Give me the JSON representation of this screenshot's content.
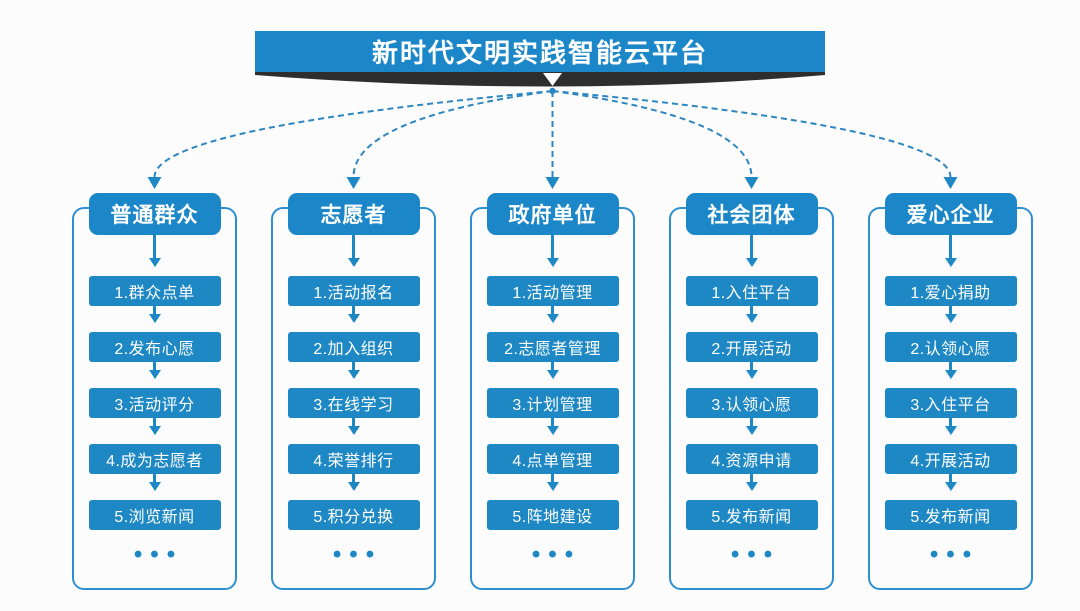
{
  "title": "新时代文明实践智能云平台",
  "ellipsis": "•••",
  "colors": {
    "box_blue": "#1e88c5",
    "header_blue": "#1c87c8",
    "outline_blue": "#2e8fce",
    "dashed_line_blue": "#2e86c1",
    "ribbon_dark": "#2e2e2e",
    "text_white": "#ffffff"
  },
  "columns": [
    {
      "title": "普通群众",
      "steps": [
        "1.群众点单",
        "2.发布心愿",
        "3.活动评分",
        "4.成为志愿者",
        "5.浏览新闻"
      ]
    },
    {
      "title": "志愿者",
      "steps": [
        "1.活动报名",
        "2.加入组织",
        "3.在线学习",
        "4.荣誉排行",
        "5.积分兑换"
      ]
    },
    {
      "title": "政府单位",
      "steps": [
        "1.活动管理",
        "2.志愿者管理",
        "3.计划管理",
        "4.点单管理",
        "5.阵地建设"
      ]
    },
    {
      "title": "社会团体",
      "steps": [
        "1.入住平台",
        "2.开展活动",
        "3.认领心愿",
        "4.资源申请",
        "5.发布新闻"
      ]
    },
    {
      "title": "爱心企业",
      "steps": [
        "1.爱心捐助",
        "2.认领心愿",
        "3.入住平台",
        "4.开展活动",
        "5.发布新闻"
      ]
    }
  ]
}
